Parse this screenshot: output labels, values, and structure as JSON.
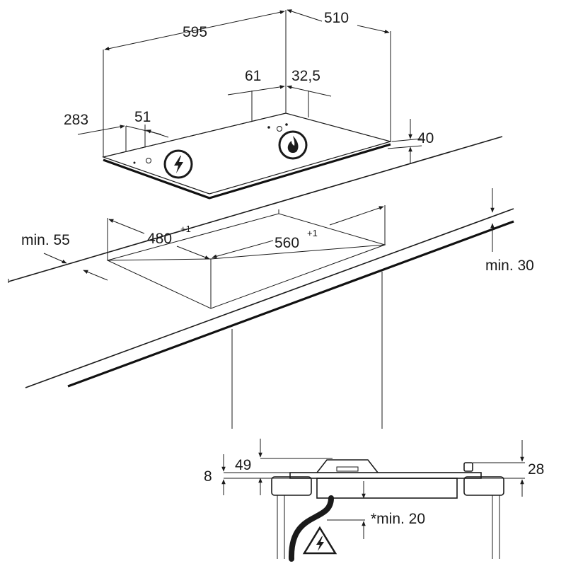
{
  "dimensions": {
    "width_total": "595",
    "depth_total": "510",
    "offset_61": "61",
    "offset_32_5": "32,5",
    "offset_283": "283",
    "offset_51": "51",
    "height_40": "40",
    "min_55": "min. 55",
    "cutout_480": "480",
    "cutout_480_tol": "+1",
    "cutout_560": "560",
    "cutout_560_tol": "+1",
    "min_30": "min. 30",
    "h_49": "49",
    "h_8": "8",
    "h_28": "28",
    "min_20": "*min. 20"
  },
  "icons": {
    "electric": "lightning-warning-icon",
    "gas": "flame-icon",
    "warning": "electrical-hazard-icon"
  }
}
